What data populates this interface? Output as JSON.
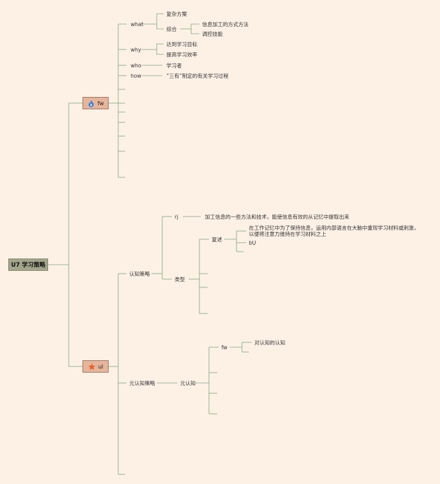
{
  "root": {
    "label": "U7 学习策略"
  },
  "fw": {
    "label": "fw",
    "icon": "fire-icon",
    "what": {
      "label": "what",
      "child1": "复杂方案",
      "child2": "综合",
      "sub1": "信息加工的方式方法",
      "sub2": "调控技能"
    },
    "why": {
      "label": "why",
      "child1": "达到学习目标",
      "child2": "提高学习效率"
    },
    "who": {
      "label": "who",
      "child1": "学习者"
    },
    "how": {
      "label": "how",
      "child1": "“三有”制定的有关学习过程"
    }
  },
  "ul": {
    "label": "ul",
    "icon": "star-icon",
    "cognitive": {
      "label": "认知策略",
      "rj": {
        "label": "rj",
        "text": "加工信息的一些方法和技术，能使信息有效的从记忆中提取出来"
      },
      "types": {
        "label": "类型",
        "rehearsal": {
          "label": "复述",
          "text": "在工作记忆中为了保持信息，运用内部语言在大脑中重现学习材料或刺激，以便将注意力维持在学习材料之上",
          "item2": "bU"
        }
      }
    },
    "meta": {
      "label": "元认知策略",
      "child": {
        "label": "元认知",
        "fw": {
          "label": "fw",
          "text": "对认知的认知"
        }
      }
    }
  },
  "colors": {
    "line": "#7da37f",
    "root_fill": "#a3a58c",
    "box_fill": "#e6b59a",
    "background": "#fdf1e6"
  }
}
